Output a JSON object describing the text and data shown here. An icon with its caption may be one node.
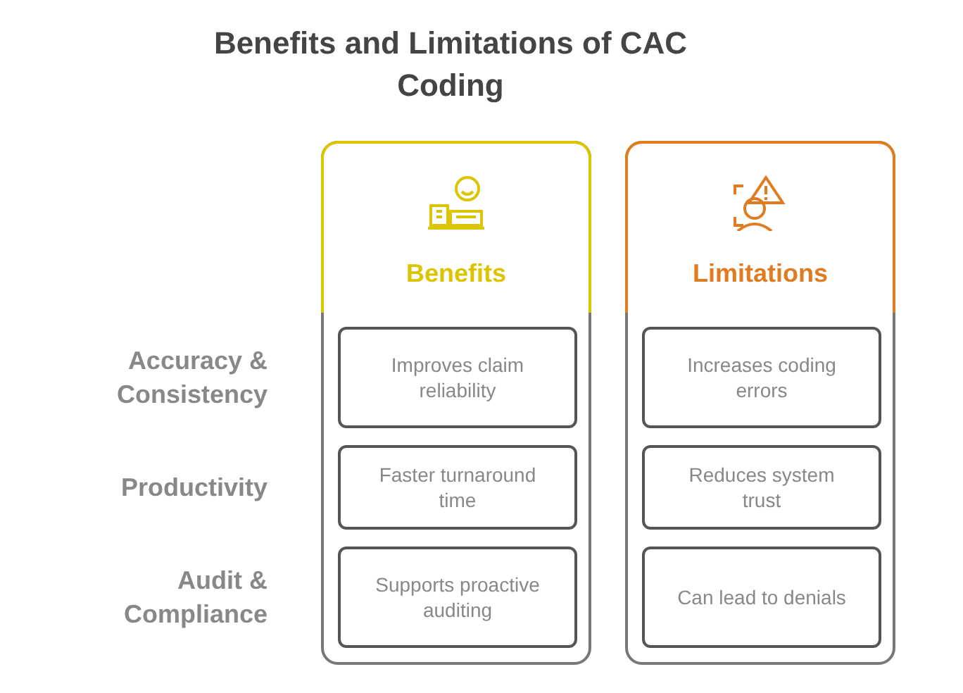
{
  "diagram": {
    "title": "Benefits and Limitations of CAC Coding",
    "nodes": [
      {
        "text": [
          "Benefits"
        ]
      },
      {
        "text": [
          "Improves claim reliability"
        ],
        "in": 0
      },
      {
        "text": [
          "Faster turnaround time"
        ],
        "in": 0
      },
      {
        "text": [
          "Supports proactive auditing"
        ],
        "in": 0
      },
      {
        "text": [
          "Limitations"
        ]
      },
      {
        "text": [
          "Increases coding errors"
        ],
        "in": 4
      },
      {
        "text": [
          "Reduces system trust"
        ],
        "in": 4
      },
      {
        "text": [
          "Can lead to denials"
        ],
        "in": 4
      }
    ],
    "edges": [],
    "labels": [
      "Accuracy & Consistency",
      "Productivity",
      "Audit & Compliance"
    ]
  }
}
